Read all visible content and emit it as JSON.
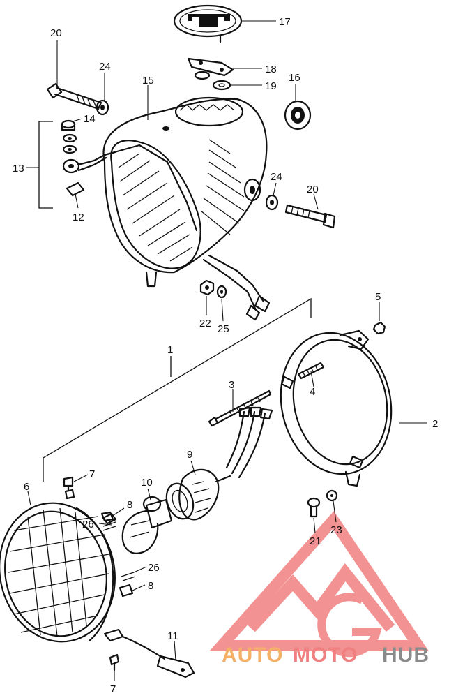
{
  "callouts": {
    "c1": "1",
    "c2": "2",
    "c3": "3",
    "c4": "4",
    "c5": "5",
    "c6": "6",
    "c7a": "7",
    "c7b": "7",
    "c8a": "8",
    "c8b": "8",
    "c9": "9",
    "c10": "10",
    "c11": "11",
    "c12": "12",
    "c13": "13",
    "c14": "14",
    "c15": "15",
    "c16": "16",
    "c17": "17",
    "c18": "18",
    "c19": "19",
    "c20a": "20",
    "c20b": "20",
    "c21": "21",
    "c22": "22",
    "c23": "23",
    "c24a": "24",
    "c24b": "24",
    "c25": "25",
    "c26a": "26",
    "c26b": "26"
  },
  "watermark": {
    "text_auto": "AUTO",
    "text_moto": "MOTO",
    "text_hub": "HUB",
    "color_logo": "#f08080",
    "color_auto": "#f4b066",
    "color_moto": "#f08080",
    "color_hub": "#8a8a8a"
  }
}
